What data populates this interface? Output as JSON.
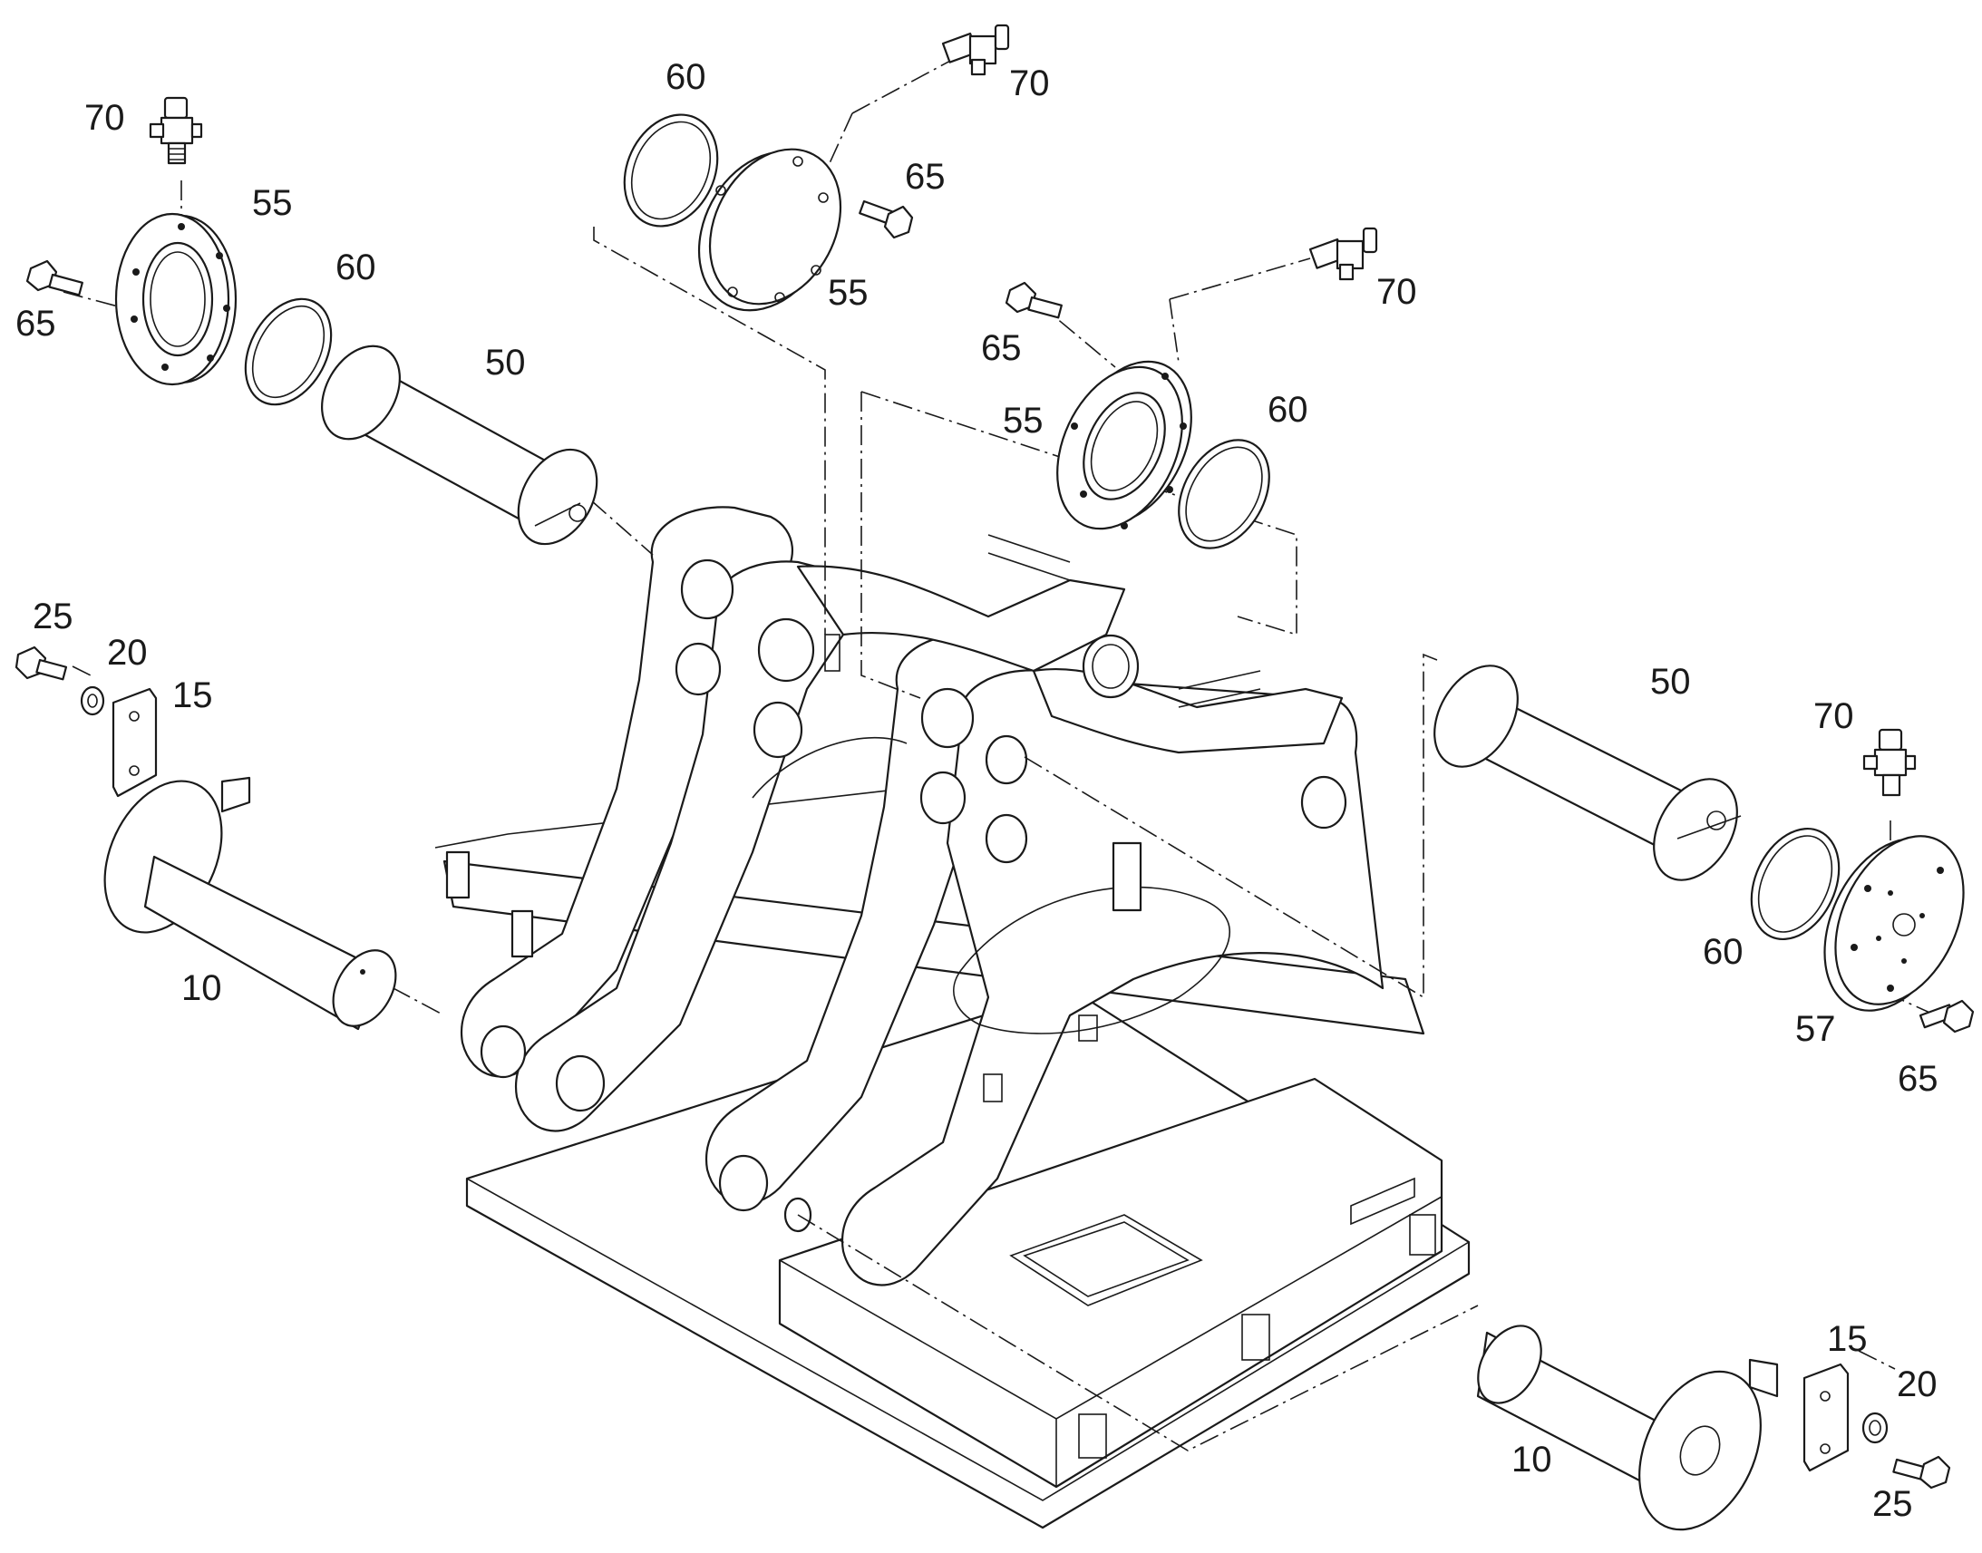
{
  "callouts": [
    {
      "id": "c70-a",
      "text": "70"
    },
    {
      "id": "c55-a",
      "text": "55"
    },
    {
      "id": "c60-a",
      "text": "60"
    },
    {
      "id": "c65-a",
      "text": "65"
    },
    {
      "id": "c50-a",
      "text": "50"
    },
    {
      "id": "c60-b",
      "text": "60"
    },
    {
      "id": "c70-b",
      "text": "70"
    },
    {
      "id": "c65-b",
      "text": "65"
    },
    {
      "id": "c55-b",
      "text": "55"
    },
    {
      "id": "c70-c",
      "text": "70"
    },
    {
      "id": "c65-c",
      "text": "65"
    },
    {
      "id": "c55-c",
      "text": "55"
    },
    {
      "id": "c60-c",
      "text": "60"
    },
    {
      "id": "c25-a",
      "text": "25"
    },
    {
      "id": "c20-a",
      "text": "20"
    },
    {
      "id": "c15-a",
      "text": "15"
    },
    {
      "id": "c10-a",
      "text": "10"
    },
    {
      "id": "c50-b",
      "text": "50"
    },
    {
      "id": "c70-d",
      "text": "70"
    },
    {
      "id": "c60-d",
      "text": "60"
    },
    {
      "id": "c57",
      "text": "57"
    },
    {
      "id": "c65-d",
      "text": "65"
    },
    {
      "id": "c15-b",
      "text": "15"
    },
    {
      "id": "c20-b",
      "text": "20"
    },
    {
      "id": "c10-b",
      "text": "10"
    },
    {
      "id": "c25-b",
      "text": "25"
    }
  ]
}
